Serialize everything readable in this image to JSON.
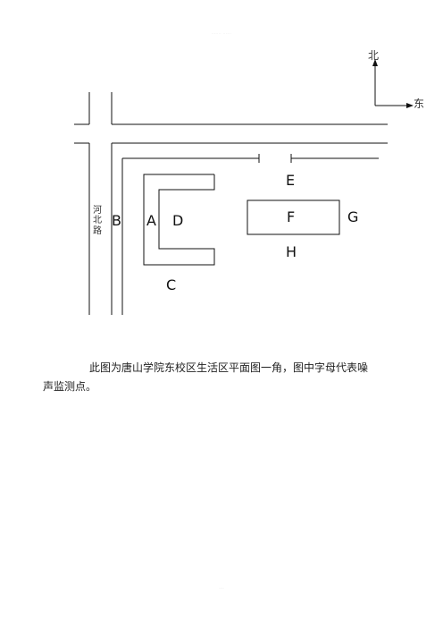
{
  "header_text": "....... ......",
  "footer_text": "......",
  "compass": {
    "north_label": "北",
    "east_label": "东"
  },
  "road": {
    "name_chars": [
      "河",
      "北",
      "路"
    ]
  },
  "points": {
    "A": "A",
    "B": "B",
    "C": "C",
    "D": "D",
    "E": "E",
    "F": "F",
    "G": "G",
    "H": "H"
  },
  "caption": {
    "line1": "此图为唐山学院东校区生活区平面图一角，图中字母代表噪",
    "line2": "声监测点。"
  }
}
